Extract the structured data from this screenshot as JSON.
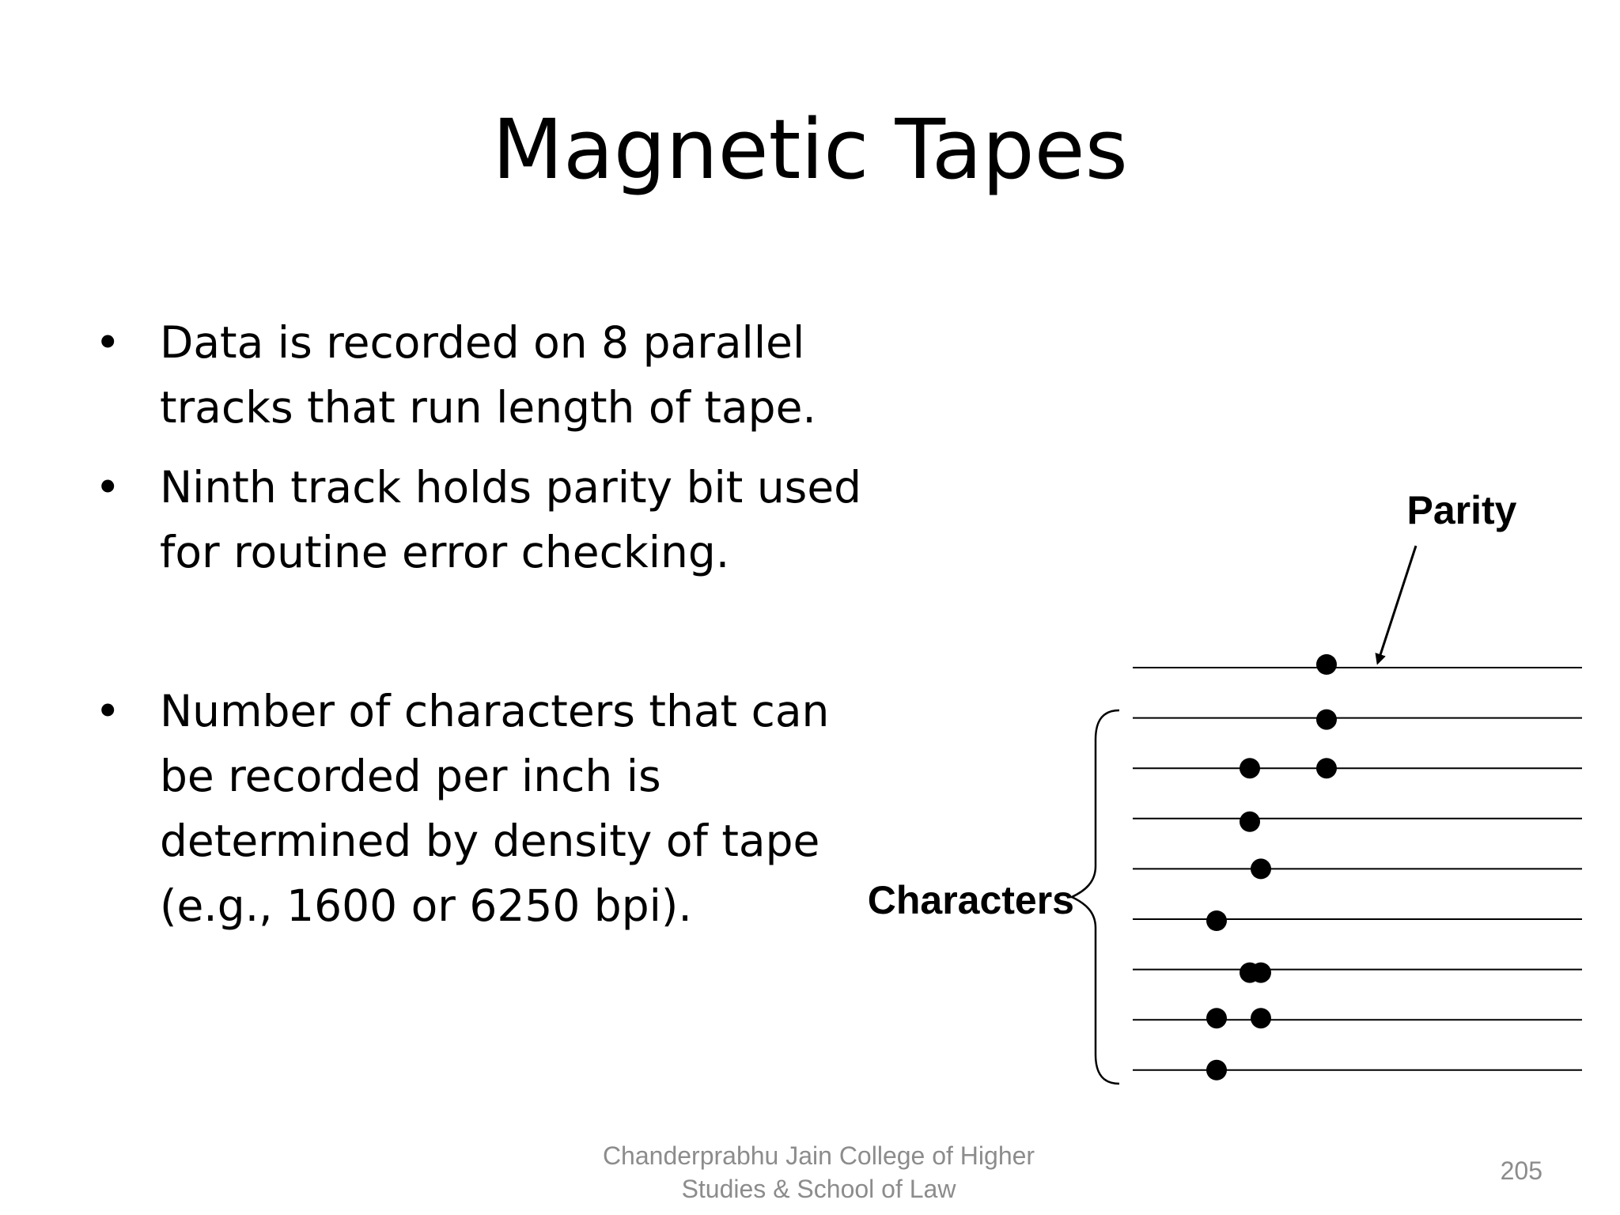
{
  "slide": {
    "title": "Magnetic Tapes",
    "bullets": [
      {
        "marker": "•",
        "text": "Data is recorded on 8 parallel\ntracks that run length of tape."
      },
      {
        "marker": "•",
        "text": "Ninth track holds parity bit used\nfor routine error checking."
      },
      {
        "marker": "•",
        "text": "Number of characters that can\nbe recorded per inch is\ndetermined by density of tape\n(e.g., 1600 or 6250 bpi)."
      }
    ],
    "footer": "Chanderprabhu Jain College of Higher\nStudies & School of Law",
    "page_number": "205"
  },
  "diagram": {
    "parity_label": "Parity",
    "characters_label": "Characters",
    "track_count": 9,
    "parity_track_index": 0,
    "bits_by_track": [
      [
        3
      ],
      [
        3
      ],
      [
        1,
        3
      ],
      [
        1
      ],
      [
        2
      ],
      [
        0
      ],
      [
        1,
        2
      ],
      [
        0,
        2
      ],
      [
        0
      ]
    ],
    "colors": {
      "line": "#000000",
      "dot": "#000000",
      "text": "#000000",
      "footer": "#8c8c8c"
    }
  }
}
